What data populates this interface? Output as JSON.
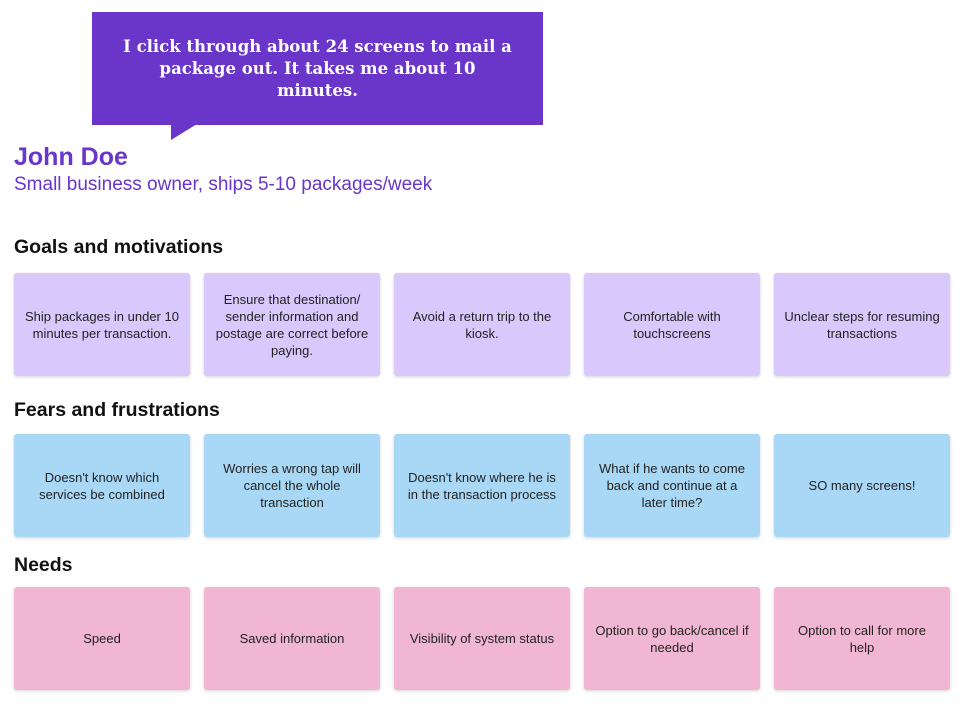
{
  "colors": {
    "accent": "#6a35c9",
    "goals_card": "#d8c8fb",
    "fears_card": "#a9d8f6",
    "needs_card": "#f1b6d3"
  },
  "quote": "I click through about 24 screens to mail a package out. It takes me about 10 minutes.",
  "persona": {
    "name": "John Doe",
    "description": "Small business owner, ships 5-10 packages/week"
  },
  "goals": {
    "title": "Goals and motivations",
    "cards": [
      "Ship packages in under 10 minutes per transaction.",
      "Ensure that destination/ sender information and postage are correct before paying.",
      "Avoid a return trip to the kiosk.",
      "Comfortable with touchscreens",
      "Unclear steps for resuming transactions"
    ]
  },
  "fears": {
    "title": "Fears and frustrations",
    "cards": [
      "Doesn't know which services be combined",
      "Worries a wrong tap will cancel the whole transaction",
      "Doesn't know where he is in the transaction process",
      "What if he wants to come back and continue at a later time?",
      "SO many screens!"
    ]
  },
  "needs": {
    "title": "Needs",
    "cards": [
      "Speed",
      "Saved information",
      "Visibility of system status",
      "Option to go back/cancel if needed",
      "Option to call for more help"
    ]
  }
}
